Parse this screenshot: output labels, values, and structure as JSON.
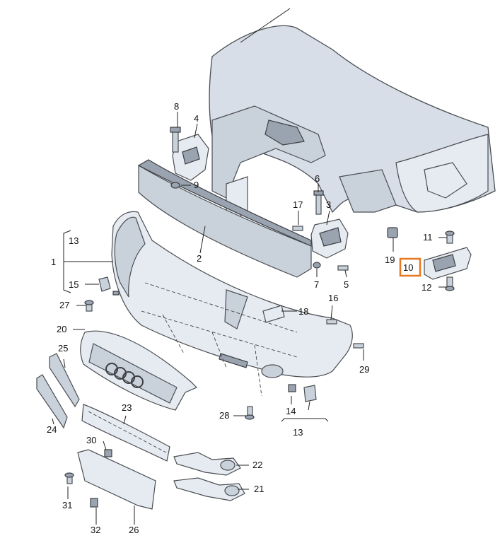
{
  "callouts": {
    "c1": "1",
    "c2": "2",
    "c3": "3",
    "c4": "4",
    "c5": "5",
    "c6": "6",
    "c7": "7",
    "c8": "8",
    "c9": "9",
    "c10": "10",
    "c11": "11",
    "c12": "12",
    "c13a": "13",
    "c13b": "13",
    "c14": "14",
    "c15": "15",
    "c16": "16",
    "c17": "17",
    "c18": "18",
    "c19": "19",
    "c20": "20",
    "c21": "21",
    "c22": "22",
    "c23": "23",
    "c24": "24",
    "c25": "25",
    "c26": "26",
    "c27": "27",
    "c28": "28",
    "c29": "29",
    "c30": "30",
    "c31": "31",
    "c32": "32"
  },
  "highlighted_part": "10",
  "colors": {
    "highlight": "#e87722",
    "part_fill": "#e6ebf1",
    "part_outline": "#4a4d52"
  }
}
